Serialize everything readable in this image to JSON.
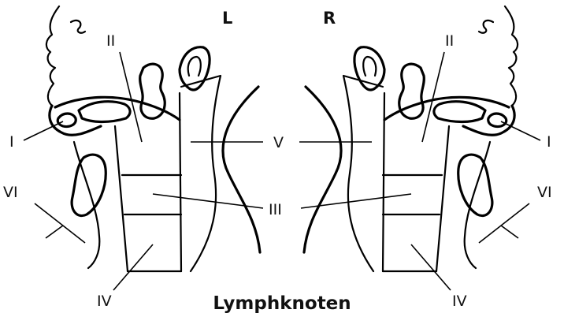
{
  "side_labels": {
    "left": "L",
    "right": "R"
  },
  "caption": "Lymphknoten",
  "level_labels": {
    "I": "I",
    "II": "II",
    "III": "III",
    "IV": "IV",
    "V": "V",
    "VI": "VI"
  }
}
